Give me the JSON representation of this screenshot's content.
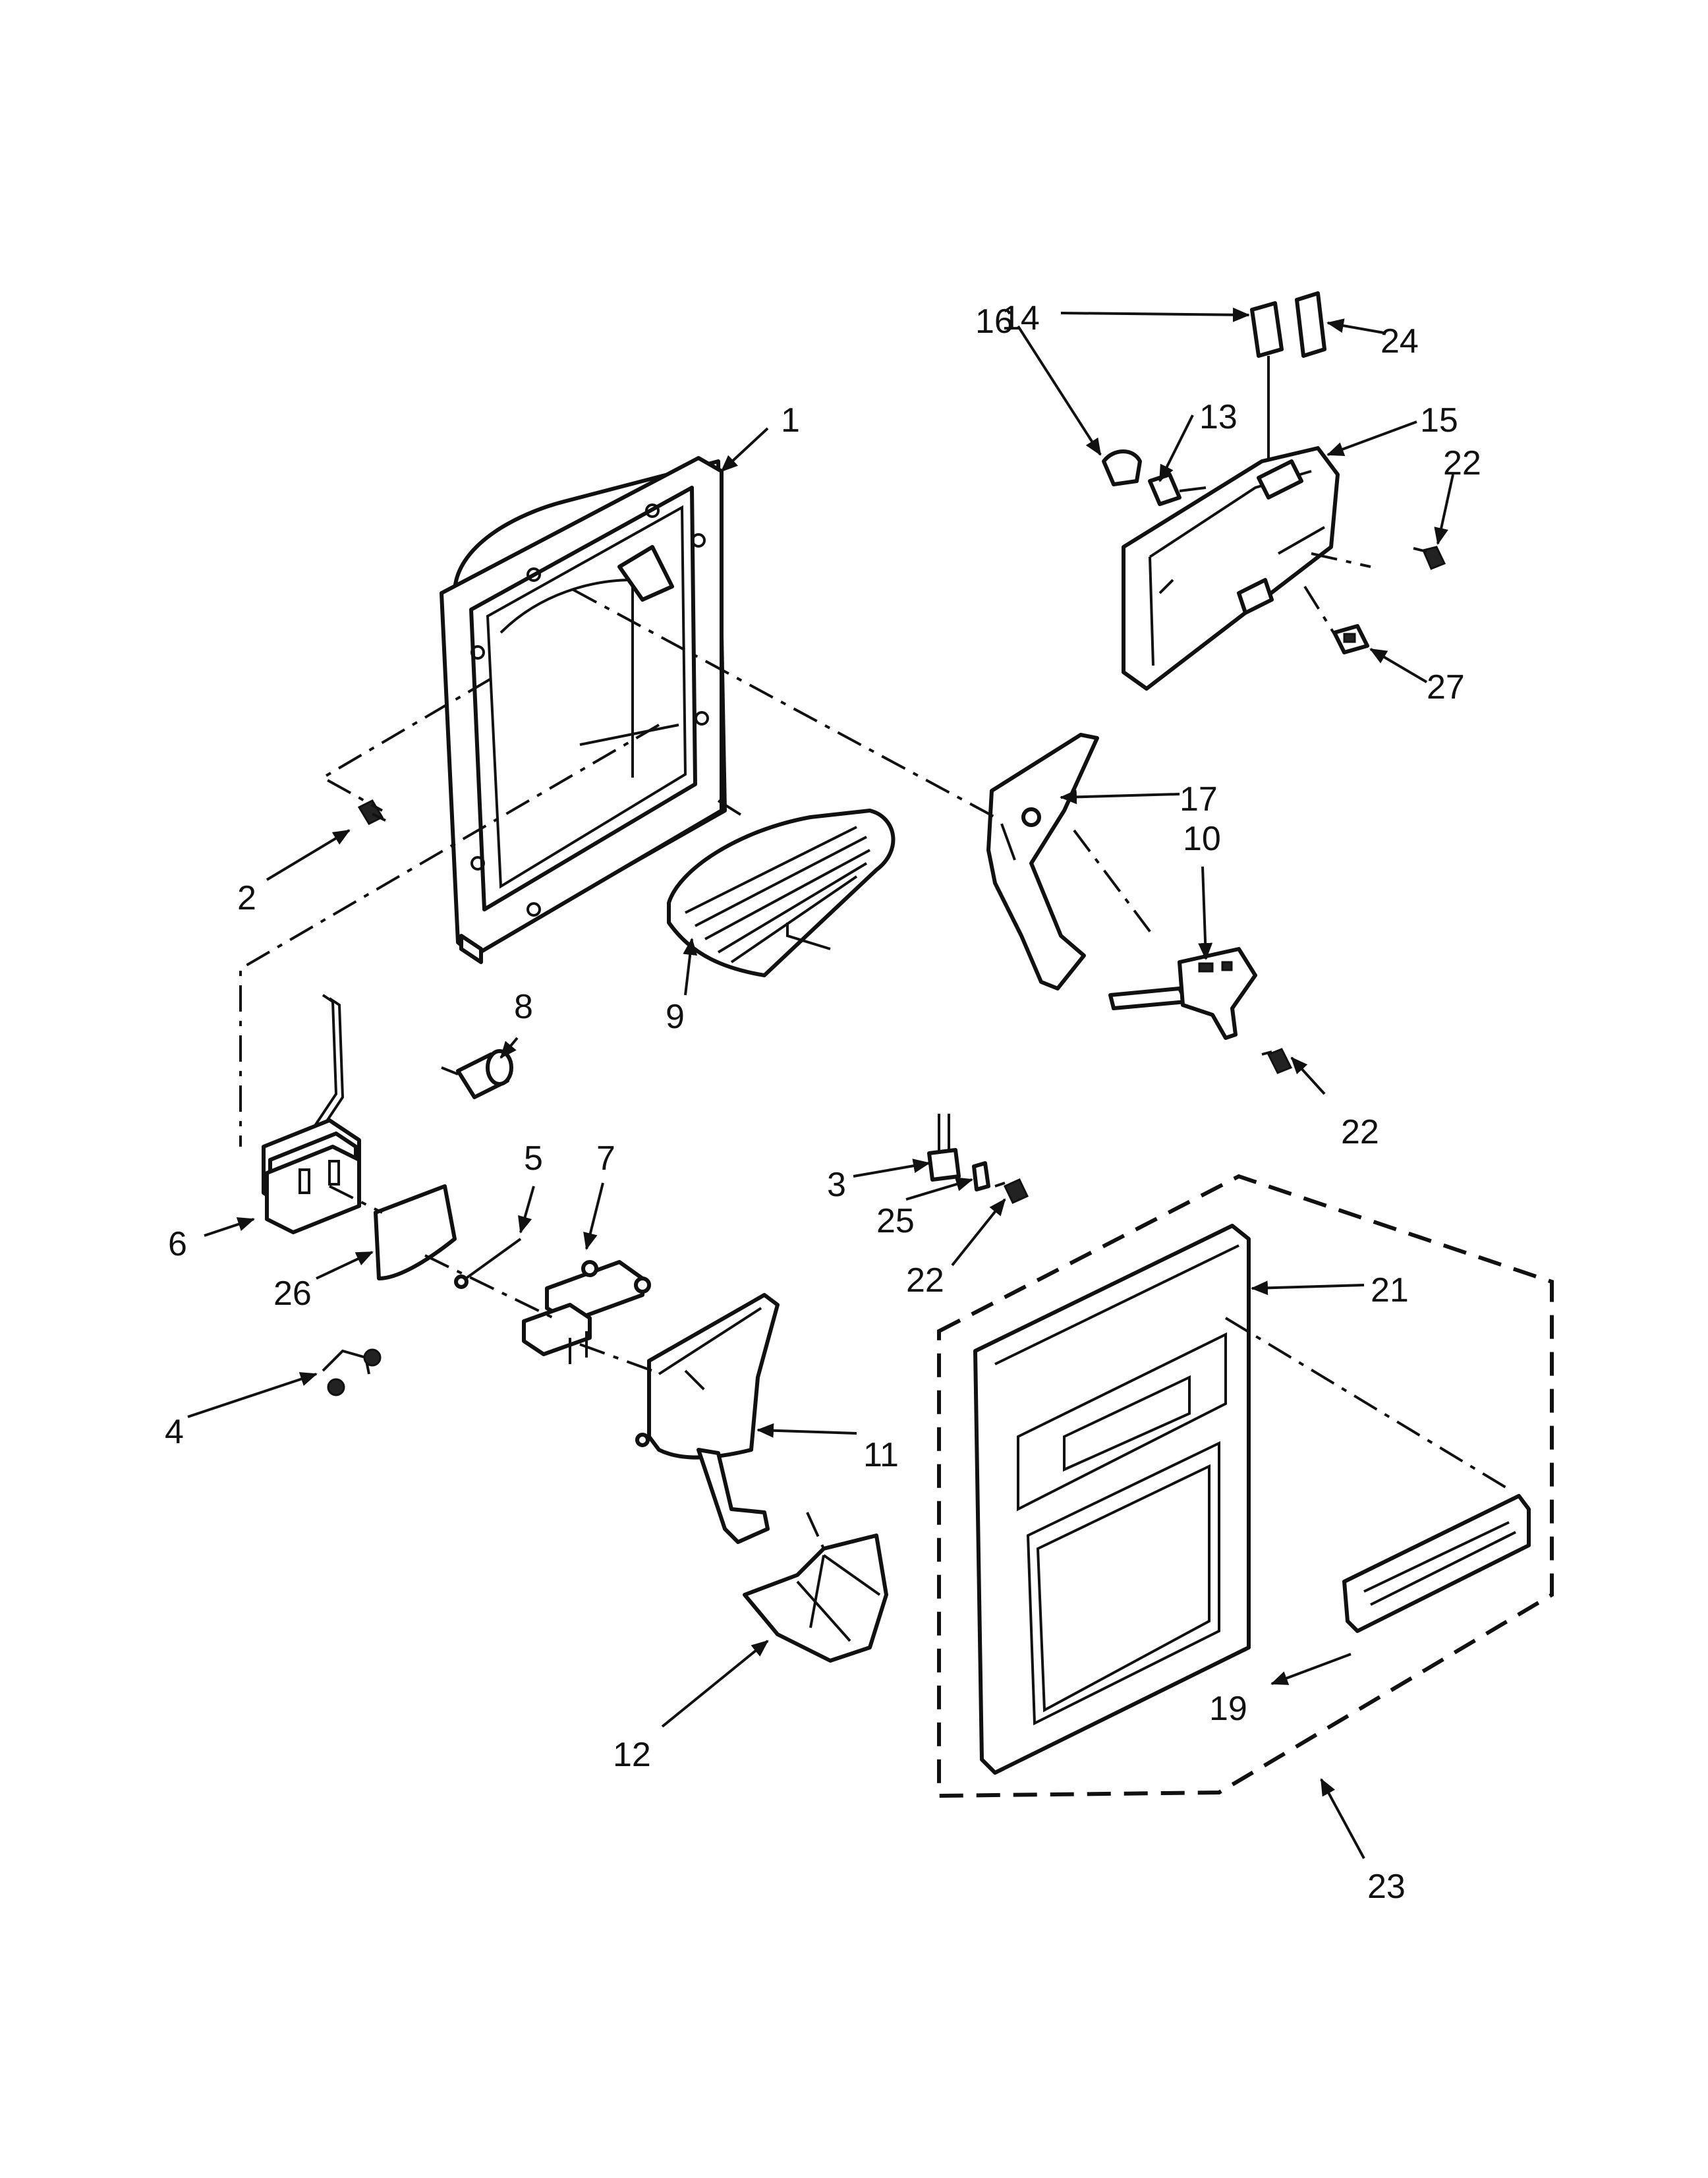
{
  "labels": {
    "p1": "1",
    "p2": "2",
    "p3": "3",
    "p4": "4",
    "p5": "5",
    "p6": "6",
    "p7": "7",
    "p8": "8",
    "p9": "9",
    "p10": "10",
    "p11": "11",
    "p12": "12",
    "p13": "13",
    "p14": "14",
    "p15": "15",
    "p16": "16",
    "p17": "17",
    "p19": "19",
    "p21": "21",
    "p22a": "22",
    "p22b": "22",
    "p22c": "22",
    "p23": "23",
    "p24": "24",
    "p25": "25",
    "p26": "26",
    "p27": "27"
  }
}
